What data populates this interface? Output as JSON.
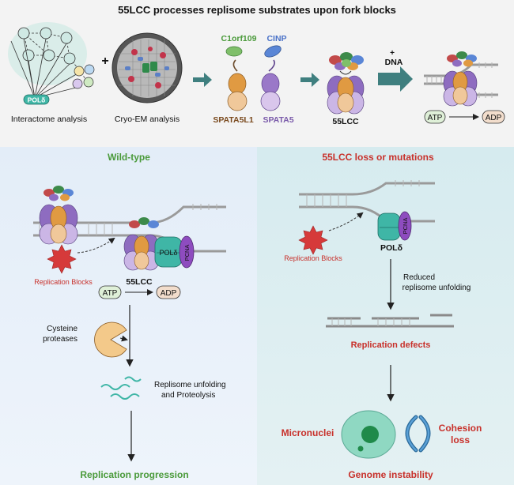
{
  "title": "55LCC processes replisome substrates upon fork blocks",
  "top": {
    "pol_label": "POLδ",
    "interactome_label": "Interactome analysis",
    "plus": "+",
    "cryoem_label": "Cryo-EM analysis",
    "c1orf109": "C1orf109",
    "cinp": "CINP",
    "spata5l1": "SPATA5L1",
    "spata5": "SPATA5",
    "complex_label": "55LCC",
    "dna_plus": "+",
    "dna_label": "DNA",
    "atp": "ATP",
    "adp": "ADP"
  },
  "left": {
    "heading": "Wild-type",
    "replication_blocks": "Replication Blocks",
    "pol_label": "POLδ",
    "pcna_label": "PCNA",
    "complex_label": "55LCC",
    "atp": "ATP",
    "adp": "ADP",
    "protease_line1": "Cysteine",
    "protease_line2": "proteases",
    "unfold_line1": "Replisome unfolding",
    "unfold_line2": "and Proteolysis",
    "outcome": "Replication progression"
  },
  "right": {
    "heading": "55LCC loss or mutations",
    "replication_blocks": "Replication Blocks",
    "pol_label": "POLδ",
    "pcna_label": "PCNA",
    "reduced_line1": "Reduced",
    "reduced_line2": "replisome unfolding",
    "defects": "Replication defects",
    "micronuclei": "Micronuclei",
    "cohesion_line1": "Cohesion",
    "cohesion_line2": "loss",
    "outcome": "Genome instability"
  },
  "colors": {
    "green_text": "#4a9a3a",
    "red_text": "#c8302a",
    "panel_left": "#e6eff8",
    "panel_right": "#dbedf0",
    "top_band": "#f2f2f2",
    "teal_arrow": "#3f7f7f"
  }
}
